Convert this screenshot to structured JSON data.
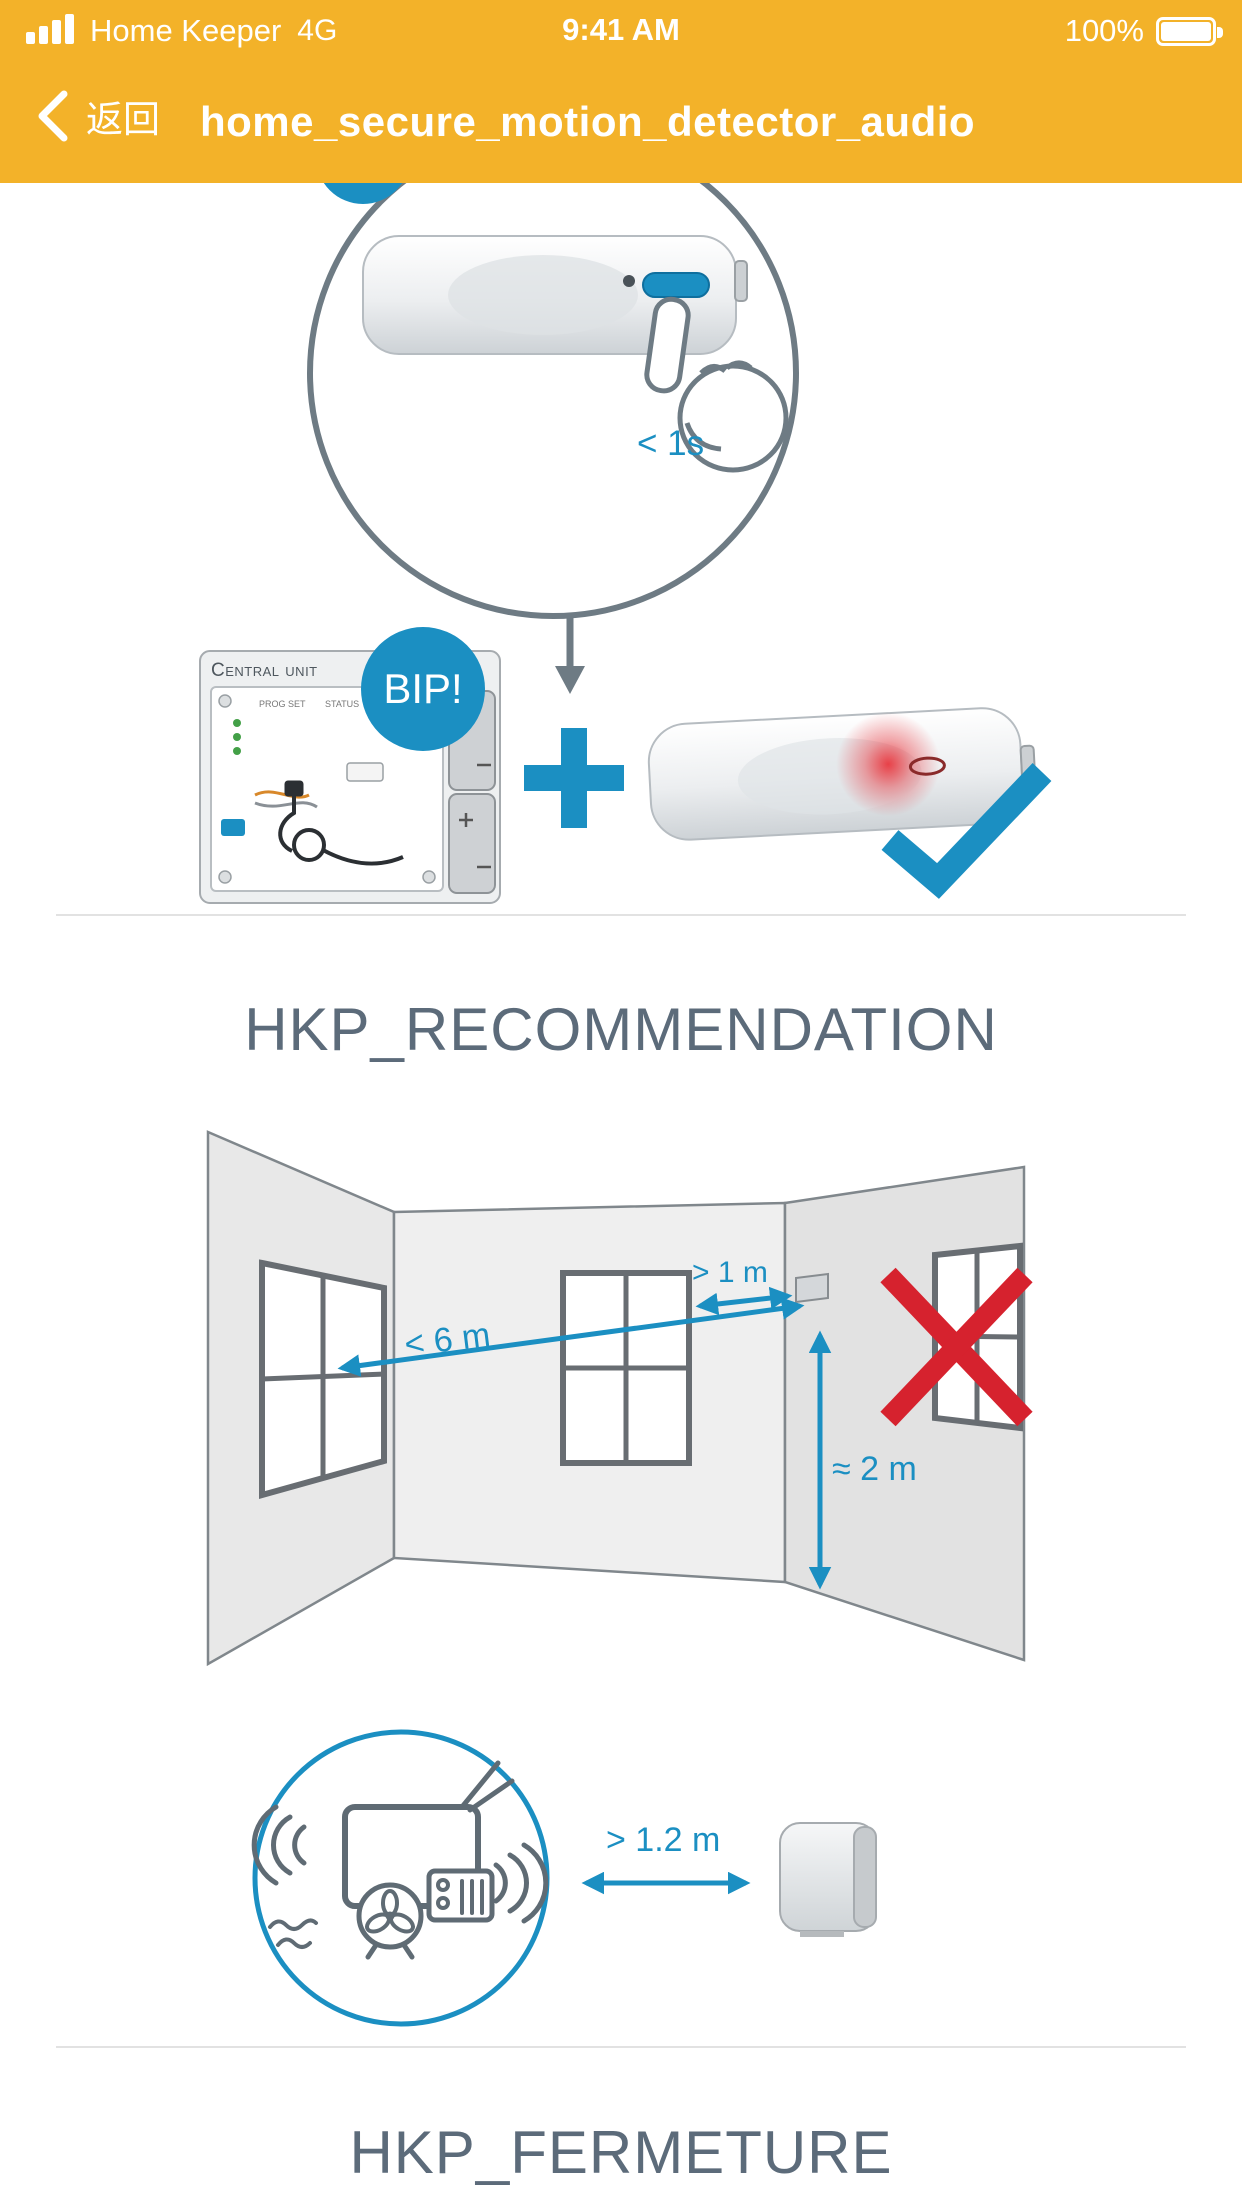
{
  "colors": {
    "header_yellow": "#f3b229",
    "accent_blue": "#1b8fc2",
    "alert_red": "#d6222e",
    "heading_gray": "#5c6b7a"
  },
  "status_bar": {
    "carrier": "Home Keeper",
    "network": "4G",
    "time": "9:41 AM",
    "battery": "100%"
  },
  "nav": {
    "back_label": "返回",
    "title": "home_secure_motion_detector_audio"
  },
  "pairing_diagram": {
    "press_duration": "< 1s",
    "central_unit_label": "Central unit",
    "board_label_1": "PROG SET",
    "board_label_2": "STATUS",
    "bip_label": "BIP!"
  },
  "recommendation": {
    "heading": "HKP_RECOMMENDATION",
    "distance_to_wall": "> 1 m",
    "detection_range": "< 6 m",
    "mounting_height": "≈ 2 m",
    "appliance_distance": "> 1.2 m"
  },
  "closing": {
    "heading": "HKP_FERMETURE"
  }
}
